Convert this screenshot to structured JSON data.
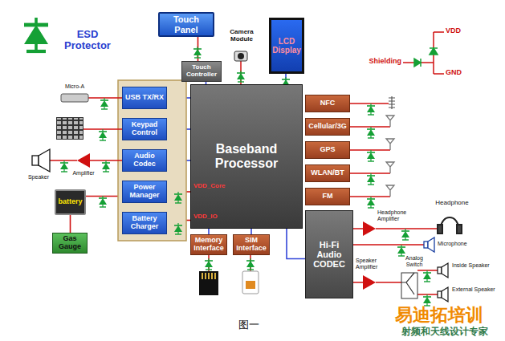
{
  "diagram": {
    "caption": "图一",
    "nodes": [
      {
        "text": [
          "Touch Panel"
        ]
      },
      {
        "text": [
          "Touch Controller"
        ]
      },
      {
        "text": [
          "LCD Display"
        ]
      },
      {
        "text": [
          "Baseband Processor"
        ]
      },
      {
        "text": [
          "USB TX/RX"
        ]
      },
      {
        "text": [
          "Keypad Control"
        ]
      },
      {
        "text": [
          "Audio Codec"
        ]
      },
      {
        "text": [
          "Power Manager"
        ]
      },
      {
        "text": [
          "Battery Charger"
        ]
      },
      {
        "text": [
          "battery"
        ]
      },
      {
        "text": [
          "Gas Gauge"
        ]
      },
      {
        "text": [
          "Memory Interface"
        ]
      },
      {
        "text": [
          "SIM Interface"
        ]
      },
      {
        "text": [
          "NFC"
        ]
      },
      {
        "text": [
          "Cellular/3G"
        ]
      },
      {
        "text": [
          "GPS"
        ]
      },
      {
        "text": [
          "WLAN/BT"
        ]
      },
      {
        "text": [
          "FM"
        ]
      },
      {
        "text": [
          "Hi-Fi Audio CODEC"
        ]
      }
    ],
    "edges": [
      {
        "from": 0,
        "to": 1,
        "arrow": "none"
      },
      {
        "from": 1,
        "to": 3,
        "arrow": "none"
      },
      {
        "from": 2,
        "to": 3,
        "arrow": "none"
      },
      {
        "from": 3,
        "to": 4,
        "arrow": "none"
      },
      {
        "from": 3,
        "to": 5,
        "arrow": "none"
      },
      {
        "from": 3,
        "to": 6,
        "arrow": "none"
      },
      {
        "from": 3,
        "to": 7,
        "arrow": "none"
      },
      {
        "from": 3,
        "to": 8,
        "arrow": "none"
      },
      {
        "from": 9,
        "to": 7,
        "arrow": "none"
      },
      {
        "from": 10,
        "to": 9,
        "arrow": "none"
      },
      {
        "from": 3,
        "to": 11,
        "arrow": "none"
      },
      {
        "from": 3,
        "to": 12,
        "arrow": "none"
      },
      {
        "from": 3,
        "to": 18,
        "arrow": "none"
      }
    ],
    "labels": [
      "ESD Protector",
      "Camera Module",
      "VDD",
      "Shielding",
      "GND",
      "Micro-A",
      "Speaker",
      "Amplifier",
      "VDD_Core",
      "VDD_IO",
      "Headphone Amplifier",
      "Headphone",
      "Microphone",
      "Speaker Amplifier",
      "Analog Switch",
      "Inside Speaker",
      "External Speaker",
      "易迪拓培训",
      "射频和天线设计专家"
    ]
  }
}
